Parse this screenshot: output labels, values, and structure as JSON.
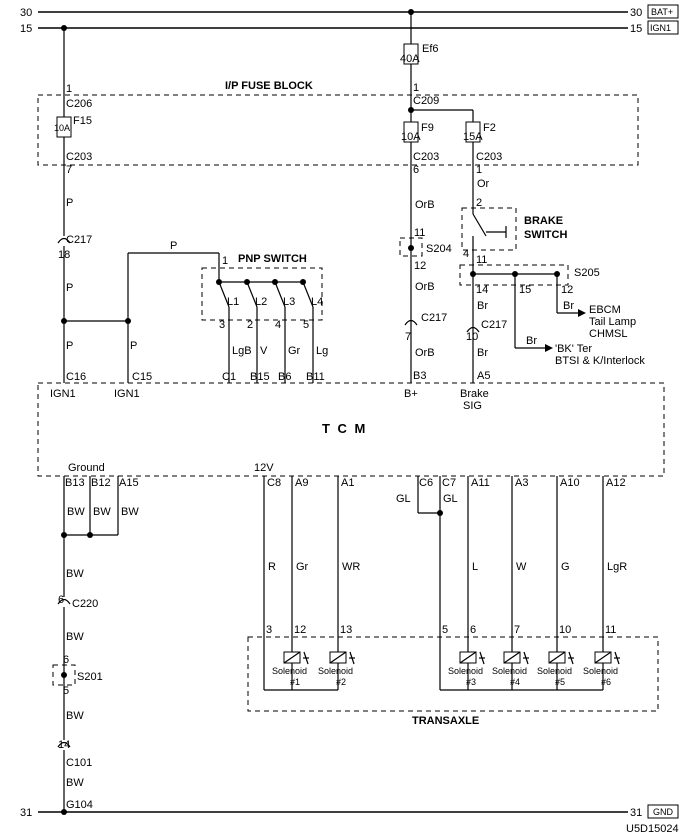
{
  "rails": {
    "bat_num": "30",
    "bat_label": "BAT+",
    "ign_num": "15",
    "ign_label": "IGN1",
    "gnd_num": "31",
    "gnd_label": "GND"
  },
  "fuse_block": {
    "title": "I/P FUSE BLOCK",
    "f15": {
      "pin_top": "1",
      "conn_top": "C206",
      "amp": "10A",
      "name": "F15",
      "conn_bot": "C203",
      "pin_bot": "7"
    },
    "f9": {
      "amp": "10A",
      "name": "F9",
      "conn_bot": "C203",
      "pin_bot": "6"
    },
    "f2": {
      "amp": "15A",
      "name": "F2",
      "conn_bot": "C203",
      "pin_bot": "1"
    },
    "c209": "C209",
    "c209_pin": "1"
  },
  "ef6": {
    "name": "Ef6",
    "amp": "40A"
  },
  "left_branch": {
    "p1": "P",
    "c217": "C217",
    "c217_pin": "18",
    "p2": "P",
    "p3": "P",
    "p4": "P",
    "p_top": "P"
  },
  "pnp": {
    "title": "PNP SWITCH",
    "pin_in": "1",
    "contacts": [
      "L1",
      "L2",
      "L3",
      "L4"
    ],
    "pins": [
      "3",
      "2",
      "4",
      "5"
    ],
    "colors": [
      "LgB",
      "V",
      "Gr",
      "Lg"
    ],
    "tcm_pins": [
      "C1",
      "B15",
      "B6",
      "B11"
    ]
  },
  "mid_branch": {
    "orb1": "OrB",
    "s204": "S204",
    "s204_in": "11",
    "s204_out": "12",
    "orb2": "OrB",
    "c217": "C217",
    "c217_pin": "7",
    "orb3": "OrB",
    "tcm_pin": "B3"
  },
  "brake": {
    "title1": "BRAKE",
    "title2": "SWITCH",
    "or": "Or",
    "pin_in": "2",
    "pin_out": "4",
    "s205": "S205",
    "s205_in": "11",
    "s205_p14": "14",
    "s205_p15": "15",
    "s205_p12": "12",
    "br1": "Br",
    "br2": "Br",
    "br3": "Br",
    "br4": "Br",
    "c217": "C217",
    "c217_pin": "10",
    "tcm_pin": "A5",
    "ebcm": "EBCM",
    "tail": "Tail Lamp",
    "chmsl": "CHMSL",
    "bk_ter": "'BK' Ter",
    "btsi": "BTSI & K/Interlock"
  },
  "tcm": {
    "title": "T C M",
    "c16": "C16",
    "ign1_a": "IGN1",
    "c15": "C15",
    "ign1_b": "IGN1",
    "bplus": "B+",
    "brake": "Brake",
    "sig": "SIG",
    "ground": "Ground",
    "v12": "12V"
  },
  "ground_branch": {
    "pins": [
      "B13",
      "B12",
      "A15"
    ],
    "colors": [
      "BW",
      "BW",
      "BW"
    ],
    "bw1": "BW",
    "c220": "C220",
    "c220_pin": "6",
    "bw2": "BW",
    "s201": "S201",
    "s201_in": "6",
    "s201_out": "5",
    "bw3": "BW",
    "c101_pin": "14",
    "c101": "C101",
    "bw4": "BW",
    "g104": "G104"
  },
  "outputs": {
    "pins": [
      "C8",
      "A9",
      "A1",
      "C6",
      "C7",
      "A11",
      "A3",
      "A10",
      "A12"
    ],
    "colors": [
      "R",
      "Gr",
      "WR",
      "GL",
      "GL",
      "L",
      "W",
      "G",
      "LgR"
    ],
    "trans_pins": [
      "3",
      "12",
      "13",
      "5",
      "6",
      "7",
      "10",
      "11"
    ]
  },
  "transaxle": {
    "title": "TRANSAXLE",
    "solenoid": "Solenoid",
    "nums": [
      "#1",
      "#2",
      "#3",
      "#4",
      "#5",
      "#6"
    ]
  },
  "footer": {
    "code": "U5D15024"
  }
}
